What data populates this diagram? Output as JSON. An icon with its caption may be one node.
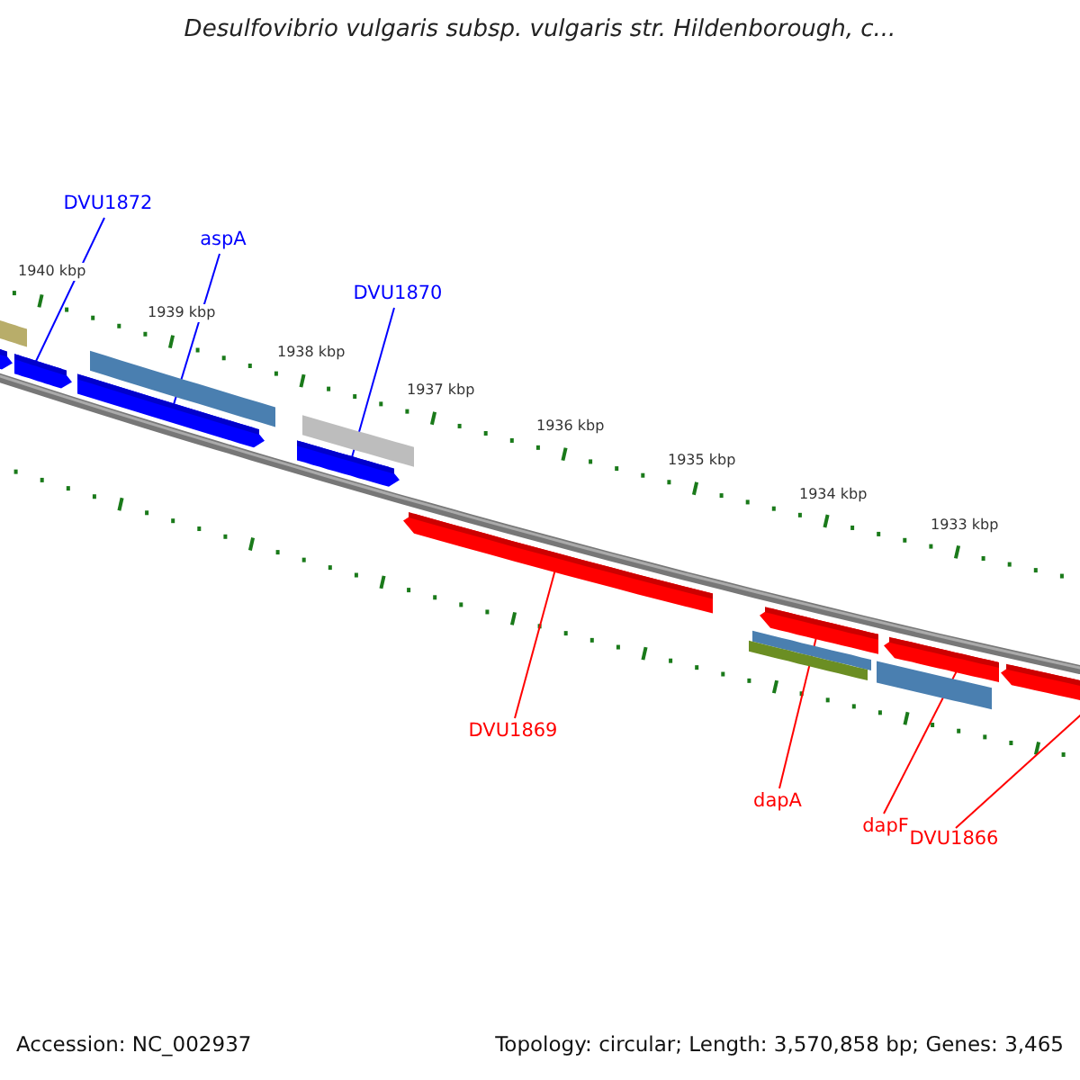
{
  "diagram": {
    "title": "Desulfovibrio vulgaris subsp. vulgaris str. Hildenborough, c...",
    "nodes": [
      {
        "text": [
          "DVU1872"
        ]
      },
      {
        "text": [
          "aspA"
        ]
      },
      {
        "text": [
          "DVU1870"
        ]
      },
      {
        "text": [
          "DVU1869"
        ]
      },
      {
        "text": [
          "dapA"
        ]
      },
      {
        "text": [
          "dapF"
        ]
      },
      {
        "text": [
          "DVU1866"
        ]
      },
      {
        "text": [],
        "shape": "bar"
      },
      {
        "text": [],
        "shape": "bar"
      },
      {
        "text": [],
        "shape": "bar"
      },
      {
        "text": [],
        "shape": "bar"
      },
      {
        "text": [],
        "shape": "bar"
      },
      {
        "text": [],
        "shape": "bar"
      },
      {
        "text": [],
        "shape": "bar"
      },
      {
        "text": [],
        "shape": "bar"
      },
      {
        "text": [],
        "shape": "box"
      },
      {
        "text": [],
        "shape": "box"
      },
      {
        "text": [],
        "shape": "box"
      },
      {
        "text": [],
        "shape": "box"
      },
      {
        "text": [],
        "shape": "box"
      },
      {
        "text": [],
        "shape": "box"
      }
    ],
    "edges": [
      {
        "from": 0,
        "to": 7,
        "arrow": "none",
        "color": "#0000ff"
      },
      {
        "from": 1,
        "to": 8,
        "arrow": "none",
        "color": "#0000ff"
      },
      {
        "from": 2,
        "to": 9,
        "arrow": "none",
        "color": "#0000ff"
      },
      {
        "from": 3,
        "to": 10,
        "arrow": "none"
      },
      {
        "from": 4,
        "to": 11,
        "arrow": "none"
      },
      {
        "from": 5,
        "to": 12,
        "arrow": "none"
      },
      {
        "from": 6,
        "to": 13,
        "arrow": "none"
      }
    ],
    "labels": [
      "1940 kbp",
      "1939 kbp",
      "1938 kbp",
      "1937 kbp",
      "1936 kbp",
      "1935 kbp",
      "1934 kbp",
      "1933 kbp",
      "Accession: NC_002937",
      "Topology: circular; Length: 3,570,858 bp; Genes: 3,465"
    ]
  }
}
